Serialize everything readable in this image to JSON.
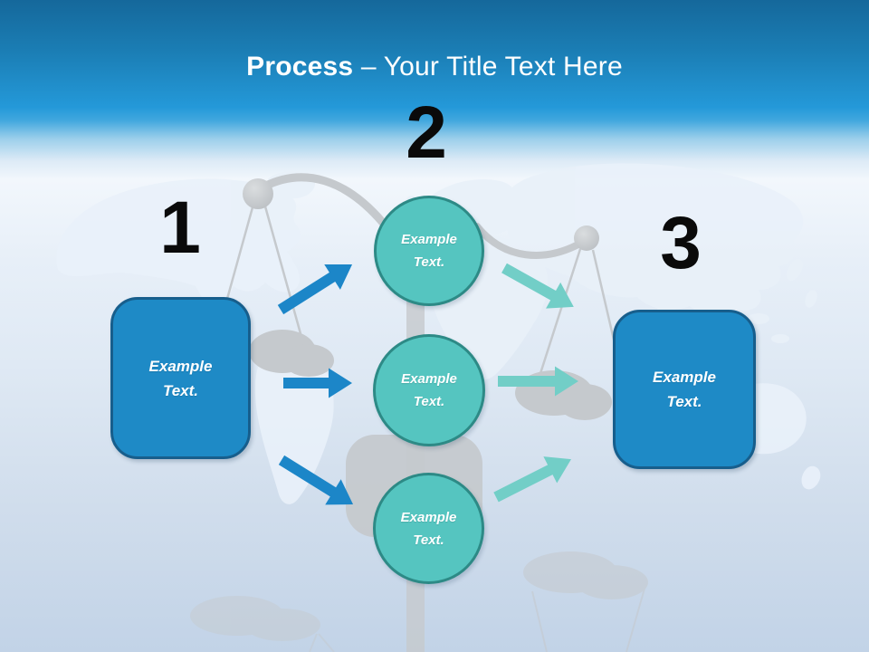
{
  "slide_title": {
    "bold": "Process",
    "rest": " – Your Title Text Here"
  },
  "numbers": {
    "one": "1",
    "two": "2",
    "three": "3"
  },
  "left_box": {
    "line1": "Example",
    "line2": "Text."
  },
  "right_box": {
    "line1": "Example",
    "line2": "Text."
  },
  "circles": {
    "top": {
      "line1": "Example",
      "line2": "Text."
    },
    "middle": {
      "line1": "Example",
      "line2": "Text."
    },
    "bottom": {
      "line1": "Example",
      "line2": "Text."
    }
  },
  "watermark_icons": [
    "world-map",
    "pendulum-node-left",
    "pendulum-node-right",
    "center-pole",
    "cylinder-pedestal",
    "table-silhouette-bottom-left",
    "table-silhouette-bottom-right"
  ],
  "colors": {
    "header_top": "#15689B",
    "header_blue": "#2499D9",
    "body_light": "#F2F7FC",
    "body_bottom": "#C2D3E7",
    "title_color": "#FFFFFF",
    "number_color": "#0A0A0A",
    "box_fill": "#1E8AC6",
    "box_border": "#175E8C",
    "circle_fill": "#55C5C0",
    "circle_border": "#2D8A86",
    "arrow_blue": "#1C86C8",
    "arrow_teal": "#72CEC7",
    "watermark_gray": "#C5C9CD",
    "map_color": "#E9F1F9"
  }
}
